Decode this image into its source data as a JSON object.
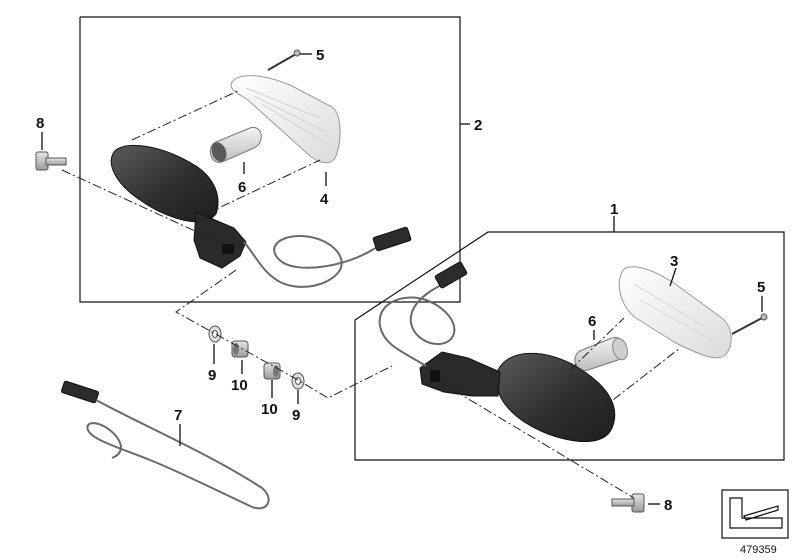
{
  "diagram": {
    "callouts": {
      "c1": "1",
      "c2": "2",
      "c3": "3",
      "c4": "4",
      "c5a": "5",
      "c5b": "5",
      "c6a": "6",
      "c6b": "6",
      "c7": "7",
      "c8a": "8",
      "c8b": "8",
      "c9a": "9",
      "c9b": "9",
      "c10a": "10",
      "c10b": "10"
    },
    "reference_number": "479359",
    "colors": {
      "housing": "#3a3a3a",
      "housing_dark": "#222222",
      "lens": "#f1f1f1",
      "cable": "#666666",
      "lines": "#222222"
    }
  }
}
